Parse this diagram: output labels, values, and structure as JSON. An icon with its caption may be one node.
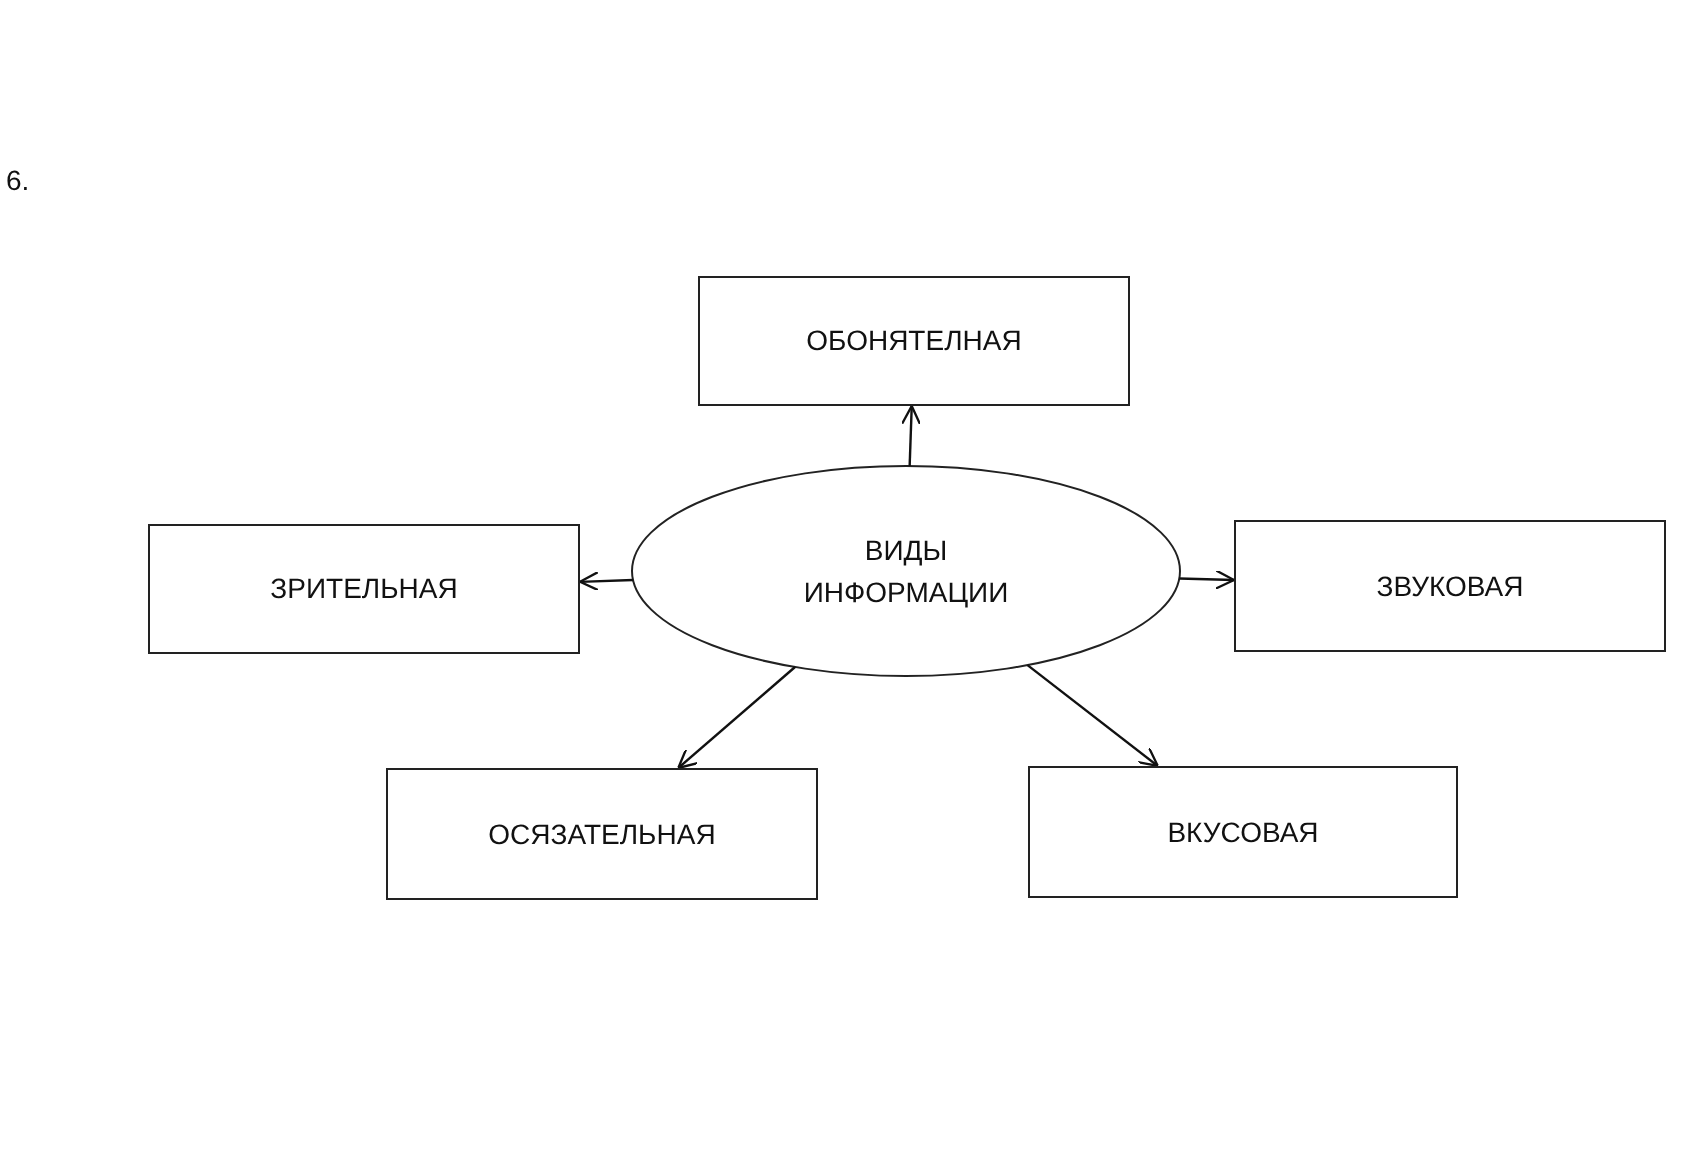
{
  "diagram": {
    "nodes": [
      {
        "text": [
          "ОБОНЯТЕЛНАЯ"
        ]
      },
      {
        "text": [
          "ЗРИТЕЛЬНАЯ"
        ]
      },
      {
        "text": [
          "ВИДЫ ИНФОРМАЦИИ"
        ]
      },
      {
        "text": [
          "ЗВУКОВАЯ"
        ]
      },
      {
        "text": [
          "ОСЯЗАТЕЛЬНАЯ"
        ]
      },
      {
        "text": [
          "ВКУСОВАЯ"
        ]
      }
    ],
    "edges": [
      {
        "from": 2,
        "to": 0,
        "arrow": "to"
      },
      {
        "from": 2,
        "to": 1,
        "arrow": "to"
      },
      {
        "from": 2,
        "to": 3,
        "arrow": "to"
      },
      {
        "from": 2,
        "to": 4,
        "arrow": "to"
      },
      {
        "from": 2,
        "to": 5,
        "arrow": "to"
      }
    ],
    "labels": [
      "6."
    ]
  }
}
